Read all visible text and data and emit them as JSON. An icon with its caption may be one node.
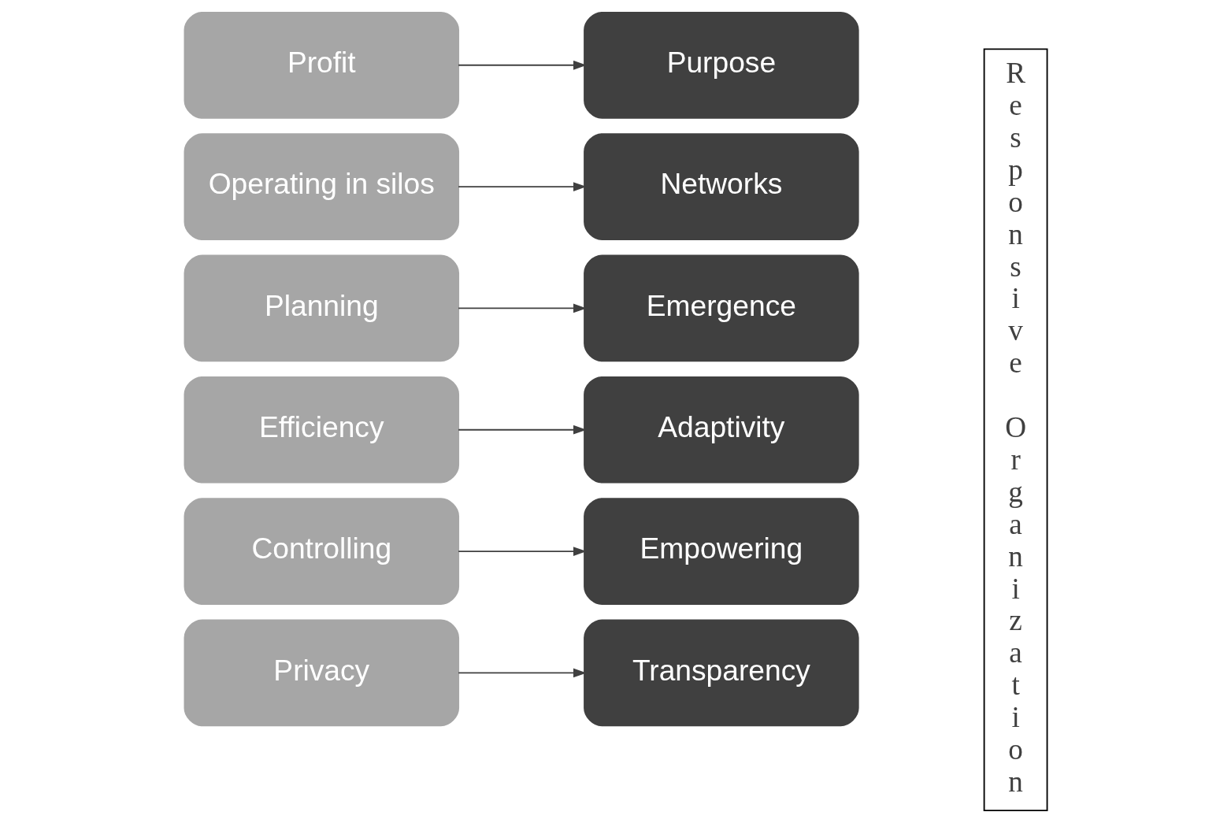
{
  "diagram": {
    "nodes": [
      {
        "text": [
          "Profit"
        ]
      },
      {
        "text": [
          "Operating in silos"
        ]
      },
      {
        "text": [
          "Planning"
        ]
      },
      {
        "text": [
          "Efficiency"
        ]
      },
      {
        "text": [
          "Controlling"
        ]
      },
      {
        "text": [
          "Privacy"
        ]
      },
      {
        "text": [
          "Purpose"
        ]
      },
      {
        "text": [
          "Networks"
        ]
      },
      {
        "text": [
          "Emergence"
        ]
      },
      {
        "text": [
          "Adaptivity"
        ]
      },
      {
        "text": [
          "Empowering"
        ]
      },
      {
        "text": [
          "Transparency"
        ]
      },
      {
        "text": [
          "Responsive Organization"
        ]
      }
    ],
    "edges": [
      {
        "from": 0,
        "to": 6,
        "arrow": "to"
      },
      {
        "from": 1,
        "to": 7,
        "arrow": "to"
      },
      {
        "from": 2,
        "to": 8,
        "arrow": "to"
      },
      {
        "from": 3,
        "to": 9,
        "arrow": "to"
      },
      {
        "from": 4,
        "to": 10,
        "arrow": "to"
      },
      {
        "from": 5,
        "to": 11,
        "arrow": "to"
      }
    ]
  }
}
